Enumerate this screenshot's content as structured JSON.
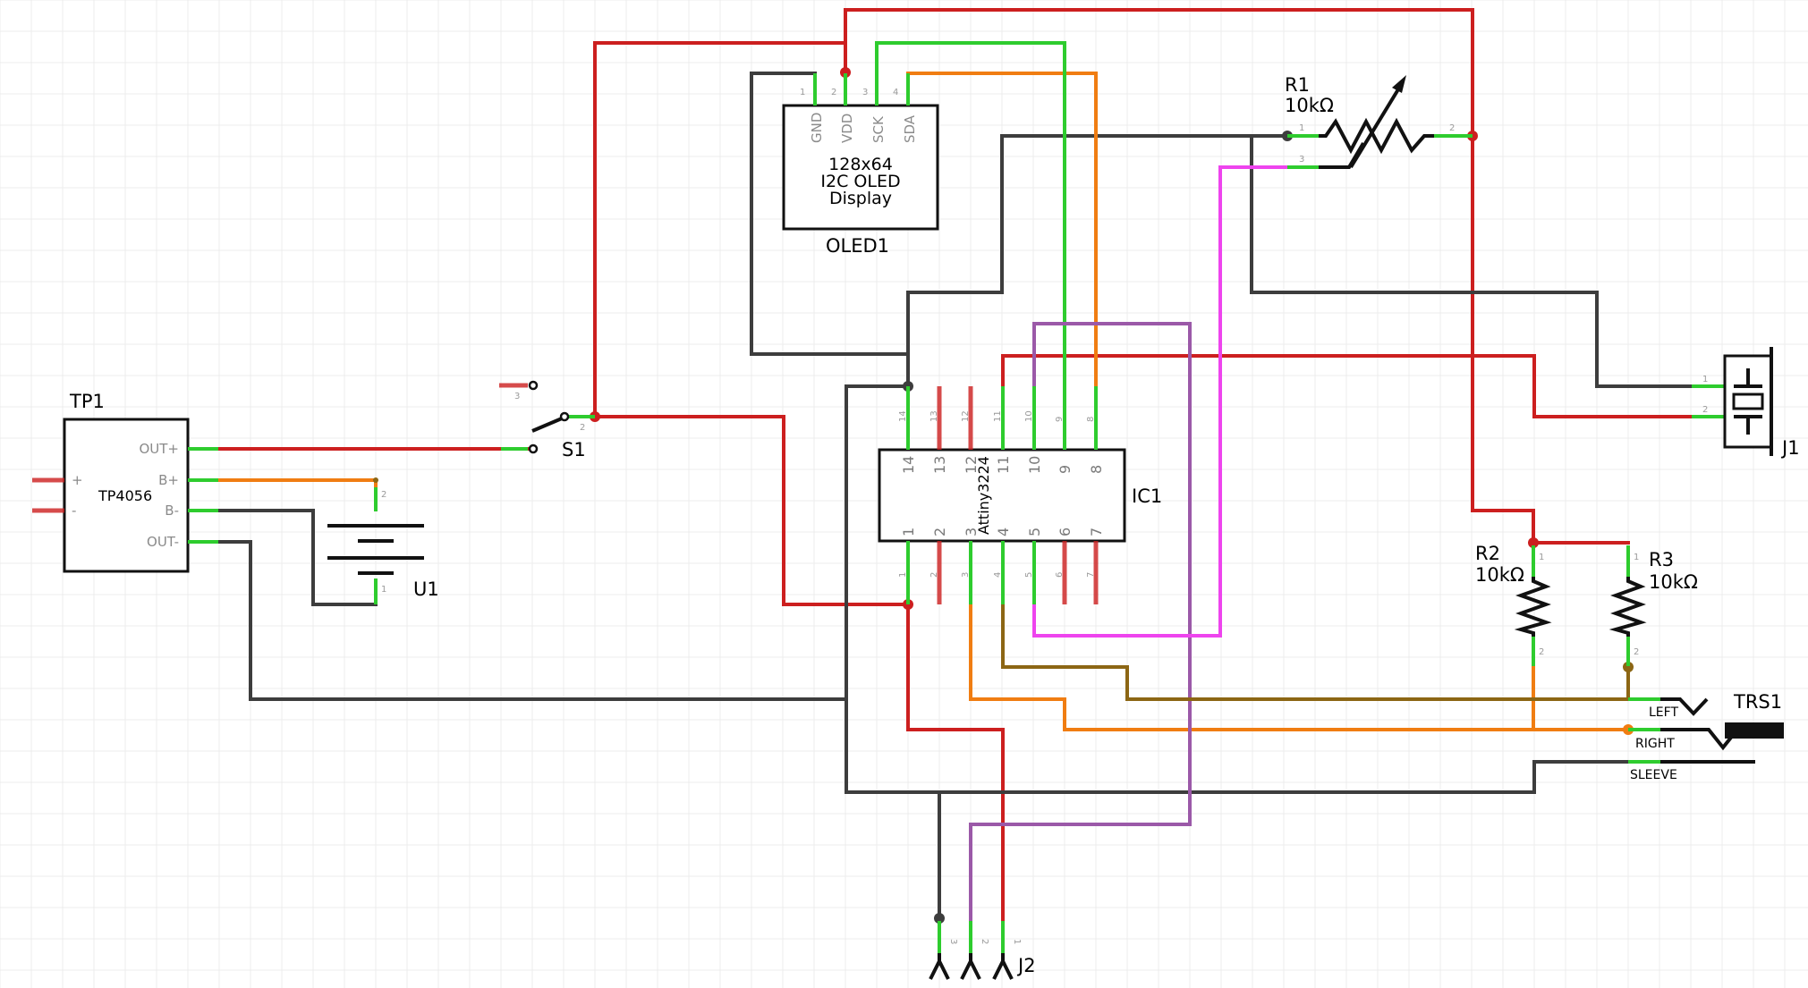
{
  "components": {
    "tp1": {
      "ref": "TP1",
      "body": "TP4056",
      "pins": [
        "OUT+",
        "B+",
        "B-",
        "OUT-"
      ],
      "in_plus": "+",
      "in_minus": "-"
    },
    "u1": {
      "ref": "U1",
      "pin1": "1",
      "pin2": "2"
    },
    "s1": {
      "ref": "S1",
      "pin2": "2",
      "pin3": "3"
    },
    "oled1": {
      "ref": "OLED1",
      "line1": "128x64",
      "line2": "I2C OLED",
      "line3": "Display",
      "pin_names": [
        "GND",
        "VDD",
        "SCK",
        "SDA"
      ],
      "pin_nums": [
        "1",
        "2",
        "3",
        "4"
      ]
    },
    "ic1": {
      "ref": "IC1",
      "body": "Attiny3224",
      "top_pins": [
        "14",
        "13",
        "12",
        "11",
        "10",
        "9",
        "8"
      ],
      "bottom_pins": [
        "1",
        "2",
        "3",
        "4",
        "5",
        "6",
        "7"
      ]
    },
    "r1": {
      "ref": "R1",
      "value": "10kΩ",
      "pin1": "1",
      "pin2": "2",
      "pin3": "3"
    },
    "r2": {
      "ref": "R2",
      "value": "10kΩ",
      "pin1": "1",
      "pin2": "2"
    },
    "r3": {
      "ref": "R3",
      "value": "10kΩ",
      "pin1": "1",
      "pin2": "2"
    },
    "j1": {
      "ref": "J1",
      "pin1": "1",
      "pin2": "2"
    },
    "j2": {
      "ref": "J2",
      "pins": [
        "3",
        "2",
        "1"
      ]
    },
    "trs1": {
      "ref": "TRS1",
      "left": "LEFT",
      "right": "RIGHT",
      "sleeve": "SLEEVE"
    }
  },
  "colors": {
    "power": "#cc1f1f",
    "ground": "#3d3d3d",
    "pin": "#2ecc2e",
    "i2c_sda": "#f07d12",
    "i2c_scl": "#2ecc2e",
    "updi": "#9b59a8",
    "pot_wiper": "#ee44ee",
    "left_audio": "#8c6614",
    "grid": "#ececec",
    "grid_major": "#dcdcdc"
  }
}
